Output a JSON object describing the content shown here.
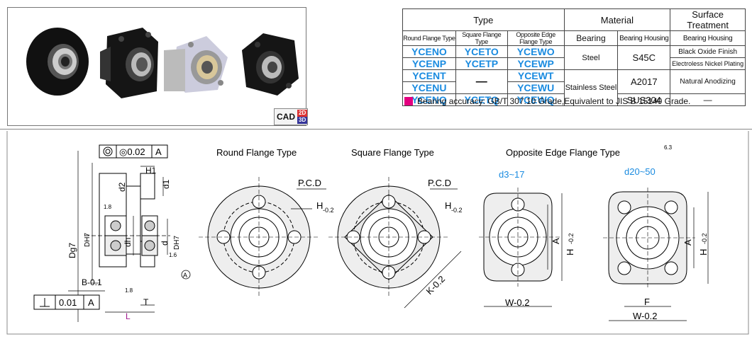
{
  "cad": {
    "label": "CAD",
    "d2": "2D",
    "d3": "3D"
  },
  "table": {
    "type_header": "Type",
    "material_header": "Material",
    "surface_header": "Surface Treatment",
    "sub_headers": {
      "round": "Round Flange Type",
      "square": "Square Flange Type",
      "opposite": "Opposite Edge Flange Type",
      "bearing": "Bearing",
      "housing": "Bearing Housing",
      "surface_housing": "Bearing Housing"
    },
    "rows": [
      {
        "round": "YCENO",
        "square": "YCETO",
        "opposite": "YCEWO"
      },
      {
        "round": "YCENP",
        "square": "YCETP",
        "opposite": "YCEWP"
      },
      {
        "round": "YCENT",
        "square": "—",
        "opposite": "YCEWT"
      },
      {
        "round": "YCENU",
        "square": "",
        "opposite": "YCEWU"
      },
      {
        "round": "YCENQ",
        "square": "YCETQ",
        "opposite": "YCEWQ"
      }
    ],
    "bearing_materials": [
      "Steel",
      "Stainless Steel"
    ],
    "housing_materials": [
      "S45C",
      "A2017",
      "SUS304"
    ],
    "surface": [
      "Black Oxide Finish",
      "Electroless Nickel Plating",
      "Natural Anodizing",
      "—"
    ]
  },
  "note": "Bearing accuracy: GB/T 307.10 Grade,Equivalent to JIS B 15140 Grade.",
  "drawings": {
    "round_title": "Round Flange Type",
    "square_title": "Square Flange Type",
    "opposite_title": "Opposite Edge Flange Type",
    "d3_17": "d3~17",
    "d20_50": "d20~50",
    "roughness": "6.3",
    "concentricity": "◎0.02",
    "datum_a": "A",
    "perp": "0.01",
    "labels": {
      "pcd": "P.C.D",
      "h": "H",
      "h_tol": "-0.2",
      "h1": "H1",
      "d1": "d1",
      "d2": "d2",
      "dh": "dh",
      "d": "d",
      "D": "Dg7",
      "DH": "DH7",
      "B": "B-0.1",
      "T": "T",
      "L": "L",
      "A": "A",
      "K": "K-0.2",
      "W": "W-0.2",
      "F": "F",
      "r18a": "1.8",
      "r18b": "1.8",
      "r16": "1.6"
    }
  }
}
